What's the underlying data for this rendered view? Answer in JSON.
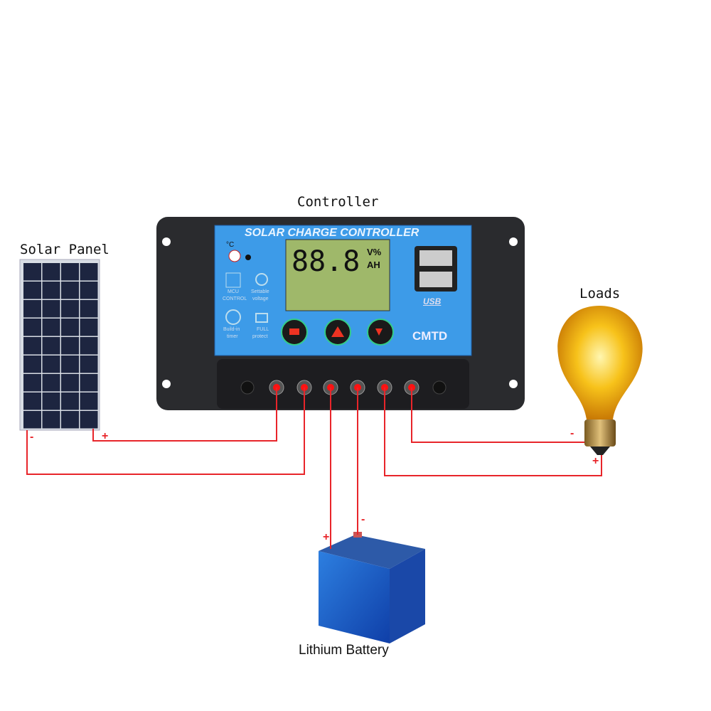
{
  "labels": {
    "controller": "Controller",
    "solar_panel": "Solar Panel",
    "loads": "Loads",
    "battery": "Lithium Battery"
  },
  "controller": {
    "title": "SOLAR CHARGE CONTROLLER",
    "brand": "CMTD",
    "lcd_digits": "88.8",
    "lcd_unit_top": "V%",
    "lcd_unit_bottom": "AH",
    "temp_unit": "°C",
    "features": [
      "MCU",
      "CONTROL",
      "Settable",
      "voltage",
      "Build-in",
      "timer",
      "FULL",
      "protect"
    ],
    "usb_label": "USB",
    "buttons": [
      "menu-button",
      "up-button",
      "down-power-button"
    ],
    "lcd_color": "#9fb86a",
    "panel_color": "#3d9be8"
  },
  "polarity": {
    "plus": "+",
    "minus": "-"
  },
  "wire_color": "#e8252a"
}
